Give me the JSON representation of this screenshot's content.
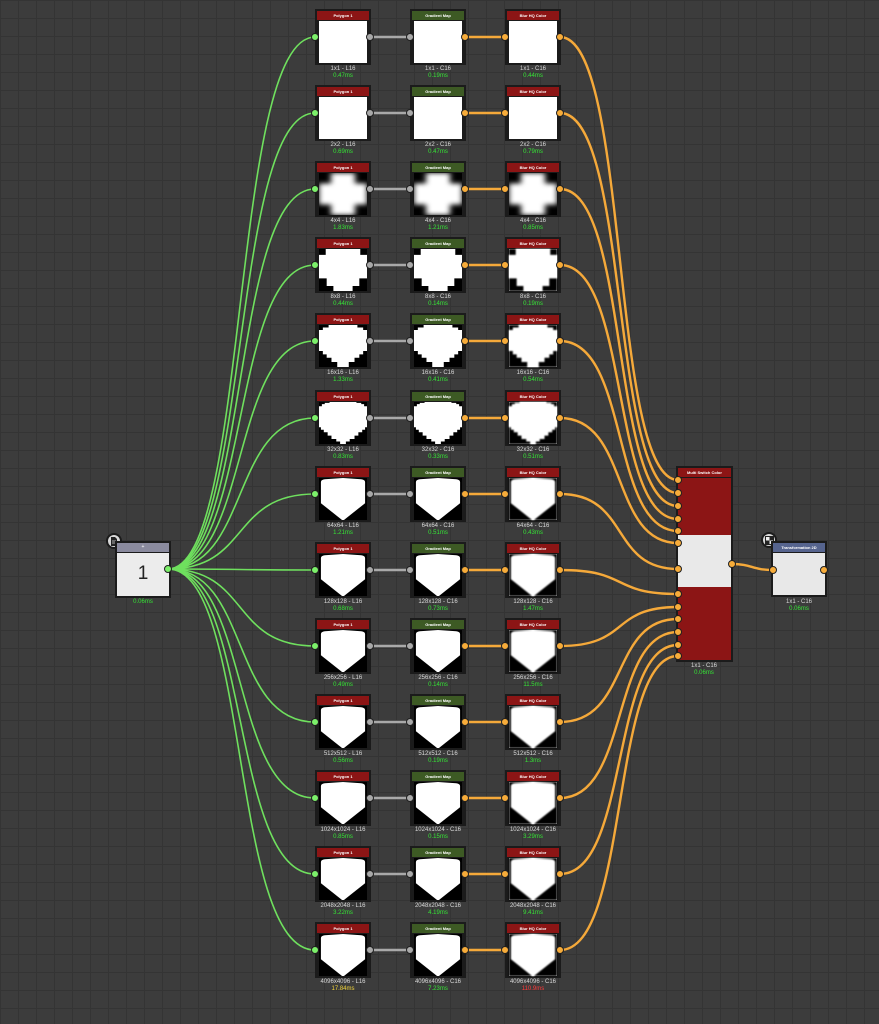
{
  "input_node": {
    "title": "+",
    "value": "1",
    "time": "0.06ms"
  },
  "rows": [
    {
      "shape": "full",
      "poly": {
        "title": "Polygon 1",
        "res": "1x1 - L16",
        "time": "0.47ms"
      },
      "grad": {
        "title": "Gradient Map",
        "res": "1x1 - C16",
        "time": "0.19ms"
      },
      "blur": {
        "title": "Blur HQ Color",
        "res": "1x1 - C16",
        "time": "0.44ms"
      }
    },
    {
      "shape": "full",
      "poly": {
        "title": "Polygon 1",
        "res": "2x2 - L16",
        "time": "0.69ms"
      },
      "grad": {
        "title": "Gradient Map",
        "res": "2x2 - C16",
        "time": "0.47ms"
      },
      "blur": {
        "title": "Blur HQ Color",
        "res": "2x2 - C16",
        "time": "0.79ms"
      }
    },
    {
      "shape": "blur4",
      "poly": {
        "title": "Polygon 1",
        "res": "4x4 - L16",
        "time": "1.83ms"
      },
      "grad": {
        "title": "Gradient Map",
        "res": "4x4 - C16",
        "time": "1.21ms"
      },
      "blur": {
        "title": "Blur HQ Color",
        "res": "4x4 - C16",
        "time": "0.85ms"
      }
    },
    {
      "shape": "c8",
      "poly": {
        "title": "Polygon 1",
        "res": "8x8 - L16",
        "time": "0.44ms"
      },
      "grad": {
        "title": "Gradient Map",
        "res": "8x8 - C16",
        "time": "0.14ms"
      },
      "blur": {
        "title": "Blur HQ Color",
        "res": "8x8 - C16",
        "time": "0.19ms"
      }
    },
    {
      "shape": "c16",
      "poly": {
        "title": "Polygon 1",
        "res": "16x16 - L16",
        "time": "1.33ms"
      },
      "grad": {
        "title": "Gradient Map",
        "res": "16x16 - C16",
        "time": "0.41ms"
      },
      "blur": {
        "title": "Blur HQ Color",
        "res": "16x16 - C16",
        "time": "0.54ms"
      }
    },
    {
      "shape": "c32",
      "poly": {
        "title": "Polygon 1",
        "res": "32x32 - L16",
        "time": "0.83ms"
      },
      "grad": {
        "title": "Gradient Map",
        "res": "32x32 - C16",
        "time": "0.33ms"
      },
      "blur": {
        "title": "Blur HQ Color",
        "res": "32x32 - C16",
        "time": "0.51ms"
      }
    },
    {
      "shape": "shield",
      "poly": {
        "title": "Polygon 1",
        "res": "64x64 - L16",
        "time": "1.21ms"
      },
      "grad": {
        "title": "Gradient Map",
        "res": "64x64 - C16",
        "time": "0.51ms"
      },
      "blur": {
        "title": "Blur HQ Color",
        "res": "64x64 - C16",
        "time": "0.43ms"
      }
    },
    {
      "shape": "shield",
      "poly": {
        "title": "Polygon 1",
        "res": "128x128 - L16",
        "time": "0.68ms"
      },
      "grad": {
        "title": "Gradient Map",
        "res": "128x128 - C16",
        "time": "0.73ms"
      },
      "blur": {
        "title": "Blur HQ Color",
        "res": "128x128 - C16",
        "time": "1.47ms"
      }
    },
    {
      "shape": "shield",
      "poly": {
        "title": "Polygon 1",
        "res": "256x256 - L16",
        "time": "0.49ms"
      },
      "grad": {
        "title": "Gradient Map",
        "res": "256x256 - C16",
        "time": "0.14ms"
      },
      "blur": {
        "title": "Blur HQ Color",
        "res": "256x256 - C16",
        "time": "11.5ms"
      }
    },
    {
      "shape": "shield",
      "poly": {
        "title": "Polygon 1",
        "res": "512x512 - L16",
        "time": "0.56ms"
      },
      "grad": {
        "title": "Gradient Map",
        "res": "512x512 - C16",
        "time": "0.19ms"
      },
      "blur": {
        "title": "Blur HQ Color",
        "res": "512x512 - C16",
        "time": "1.3ms"
      }
    },
    {
      "shape": "shield",
      "poly": {
        "title": "Polygon 1",
        "res": "1024x1024 - L16",
        "time": "0.85ms"
      },
      "grad": {
        "title": "Gradient Map",
        "res": "1024x1024 - C16",
        "time": "0.15ms"
      },
      "blur": {
        "title": "Blur HQ Color",
        "res": "1024x1024 - C16",
        "time": "3.29ms"
      }
    },
    {
      "shape": "shield",
      "poly": {
        "title": "Polygon 1",
        "res": "2048x2048 - L16",
        "time": "3.22ms"
      },
      "grad": {
        "title": "Gradient Map",
        "res": "2048x2048 - C16",
        "time": "4.19ms"
      },
      "blur": {
        "title": "Blur HQ Color",
        "res": "2048x2048 - C16",
        "time": "9.41ms"
      }
    },
    {
      "shape": "shield",
      "poly": {
        "title": "Polygon 1",
        "res": "4096x4096 - L16",
        "time": "17.84ms",
        "time_status": "warn"
      },
      "grad": {
        "title": "Gradient Map",
        "res": "4096x4096 - C16",
        "time": "7.23ms"
      },
      "blur": {
        "title": "Blur HQ Color",
        "res": "4096x4096 - C16",
        "time": "110.9ms",
        "time_status": "bad"
      }
    }
  ],
  "switch_node": {
    "title": "Multi Switch Color",
    "res": "1x1 - C16",
    "time": "0.06ms"
  },
  "transform_node": {
    "title": "Transformation 2D",
    "res": "1x1 - C16",
    "time": "0.06ms"
  },
  "icons": {
    "input_badge": "document-icon",
    "output_badge": "checker-icon"
  },
  "colors": {
    "poly_header": "#8c1515",
    "grad_header": "#3d5a24",
    "blur_header": "#8c1515",
    "green_wire": "#6fe05e",
    "orange_wire": "#f5a93a",
    "gray_wire": "#a9a9a9"
  }
}
